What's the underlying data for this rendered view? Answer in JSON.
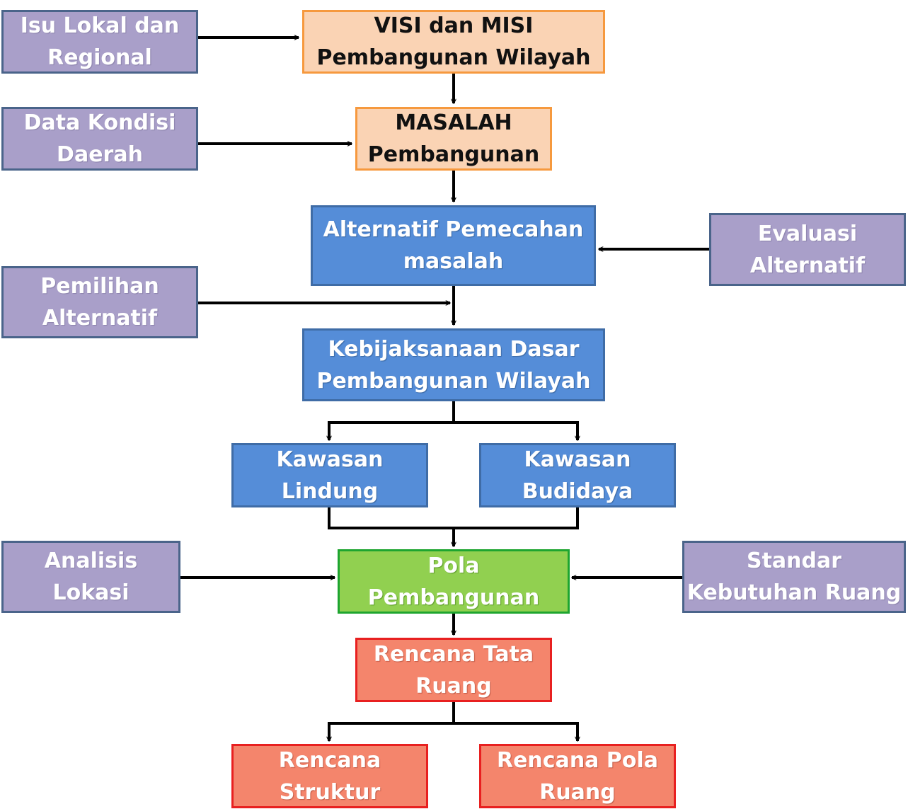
{
  "nodes": {
    "isu_lokal": {
      "line1": "Isu Lokal dan",
      "line2": "Regional"
    },
    "visi_misi": {
      "line1": "VISI dan MISI",
      "line2": "Pembangunan Wilayah"
    },
    "data_kondisi": {
      "line1": "Data Kondisi",
      "line2": "Daerah"
    },
    "masalah": {
      "line1": "MASALAH",
      "line2": "Pembangunan"
    },
    "alternatif_pemecahan": {
      "line1": "Alternatif Pemecahan",
      "line2": "masalah"
    },
    "evaluasi": {
      "line1": "Evaluasi",
      "line2": "Alternatif"
    },
    "pemilihan": {
      "line1": "Pemilihan",
      "line2": "Alternatif"
    },
    "kebijaksanaan": {
      "line1": "Kebijaksanaan Dasar",
      "line2": "Pembangunan Wilayah"
    },
    "kawasan_lindung": {
      "line1": "Kawasan",
      "line2": "Lindung"
    },
    "kawasan_budidaya": {
      "line1": "Kawasan",
      "line2": "Budidaya"
    },
    "analisis_lokasi": {
      "line1": "Analisis",
      "line2": "Lokasi"
    },
    "pola_pembangunan": {
      "line1": "Pola",
      "line2": "Pembangunan"
    },
    "standar_kebutuhan": {
      "line1": "Standar",
      "line2": "Kebutuhan Ruang"
    },
    "rencana_tata_ruang": {
      "line1": "Rencana Tata",
      "line2": "Ruang"
    },
    "rencana_struktur": {
      "line1": "Rencana",
      "line2": "Struktur"
    },
    "rencana_pola_ruang": {
      "line1": "Rencana Pola",
      "line2": "Ruang"
    }
  },
  "colors": {
    "purple_fill": "#a99fc9",
    "orange_fill": "#fad3b4",
    "blue_fill": "#558dd8",
    "green_fill": "#91d050",
    "red_fill": "#f4856c",
    "connector": "#000000"
  }
}
